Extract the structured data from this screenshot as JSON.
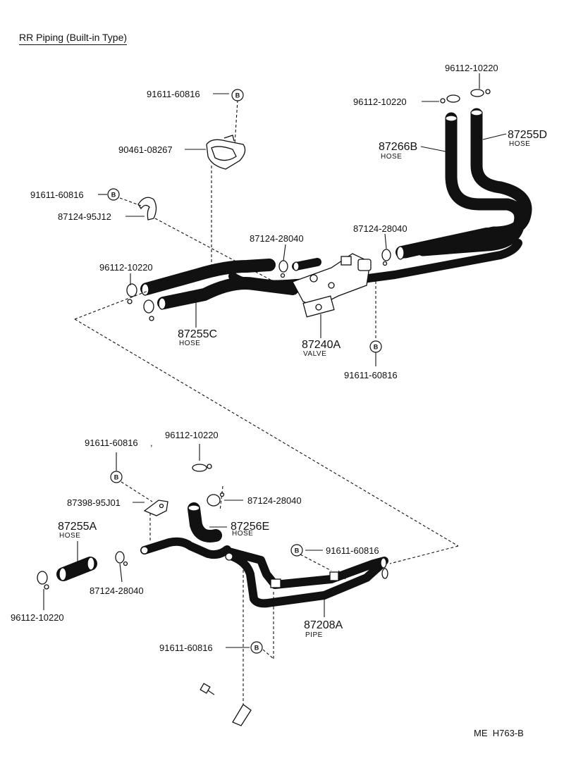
{
  "title": "RR Piping (Built-in Type)",
  "code": "ME  H763-B",
  "bolt_symbol": "B",
  "labels": {
    "p91611_a": "91611-60816",
    "p90461": "90461-08267",
    "p91611_b": "91611-60816",
    "p87124_95j12": "87124-95J12",
    "p96112_a": "96112-10220",
    "p87255c": "87255C",
    "p87255c_sub": "HOSE",
    "p87124_a": "87124-28040",
    "p87240a": "87240A",
    "p87240a_sub": "VALVE",
    "p87124_b": "87124-28040",
    "p91611_c": "91611-60816",
    "p96112_b": "96112-10220",
    "p96112_c": "96112-10220",
    "p87266b": "87266B",
    "p87266b_sub": "HOSE",
    "p87255d": "87255D",
    "p87255d_sub": "HOSE",
    "p91611_d": "91611-60816",
    "p91611_d_mark": ",",
    "p96112_d": "96112-10220",
    "p87398": "87398-95J01",
    "p87124_c": "87124-28040",
    "p87255a": "87255A",
    "p87255a_sub": "HOSE",
    "p87256e": "87256E",
    "p87256e_sub": "HOSE",
    "p91611_e": "91611-60816",
    "p87124_d": "87124-28040",
    "p96112_e": "96112-10220",
    "p87208a": "87208A",
    "p87208a_sub": "PIPE",
    "p91611_f": "91611-60816"
  }
}
